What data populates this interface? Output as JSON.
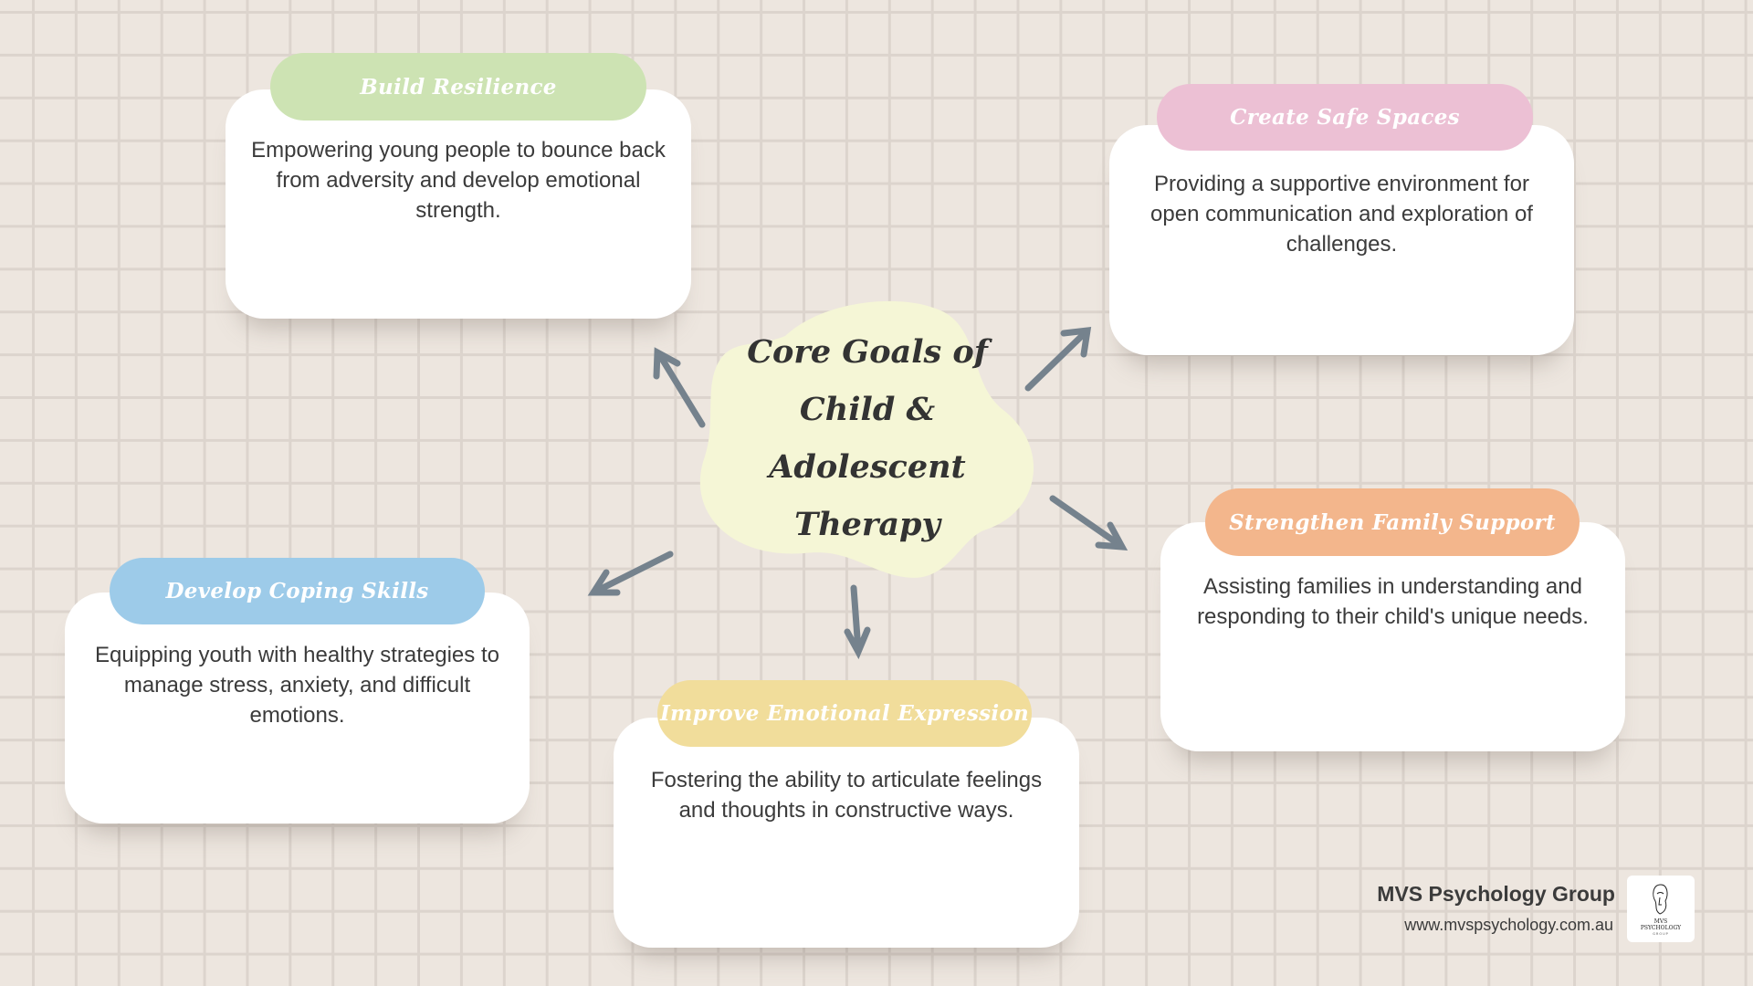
{
  "title": "Core Goals of Child & Adolescent Therapy",
  "colors": {
    "background": "#ede6df",
    "green": "#cde3b3",
    "pink": "#ecc0d4",
    "blue": "#9dcbe9",
    "yellow": "#f1dd9b",
    "orange": "#f3b68c",
    "blob": "#f5f6d6",
    "arrow": "#75828d"
  },
  "goals": [
    {
      "title": "Build Resilience",
      "text": "Empowering young people to bounce back from adversity and develop emotional strength."
    },
    {
      "title": "Create Safe Spaces",
      "text": "Providing a supportive environment for open communication and exploration of challenges."
    },
    {
      "title": "Develop Coping Skills",
      "text": "Equipping youth with healthy strategies to manage stress, anxiety, and difficult emotions."
    },
    {
      "title": "Improve Emotional Expression",
      "text": "Fostering the ability to articulate feelings and thoughts in constructive ways."
    },
    {
      "title": "Strengthen Family Support",
      "text": "Assisting families in understanding and responding to their child's unique needs."
    }
  ],
  "footer": {
    "name": "MVS Psychology Group",
    "url": "www.mvspsychology.com.au",
    "logo_text": "MVS PSYCHOLOGY GROUP"
  }
}
